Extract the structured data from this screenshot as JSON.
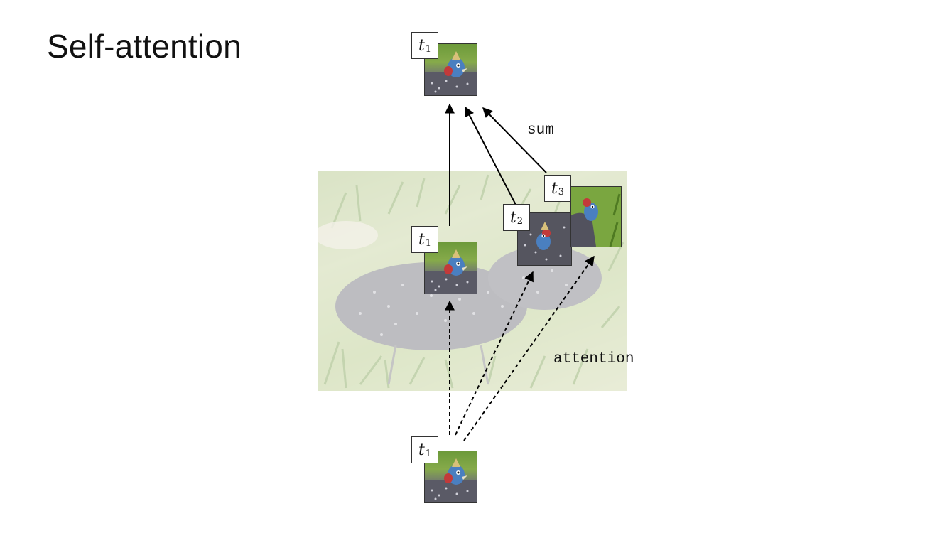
{
  "slide": {
    "title": "Self-attention"
  },
  "tokens": {
    "top_t1": {
      "symbol": "t",
      "subscript": "1"
    },
    "mid_t1": {
      "symbol": "t",
      "subscript": "1"
    },
    "mid_t2": {
      "symbol": "t",
      "subscript": "2"
    },
    "mid_t3": {
      "symbol": "t",
      "subscript": "3"
    },
    "bottom_t1": {
      "symbol": "t",
      "subscript": "1"
    }
  },
  "annotations": {
    "sum": "sum",
    "attention": "attention"
  }
}
